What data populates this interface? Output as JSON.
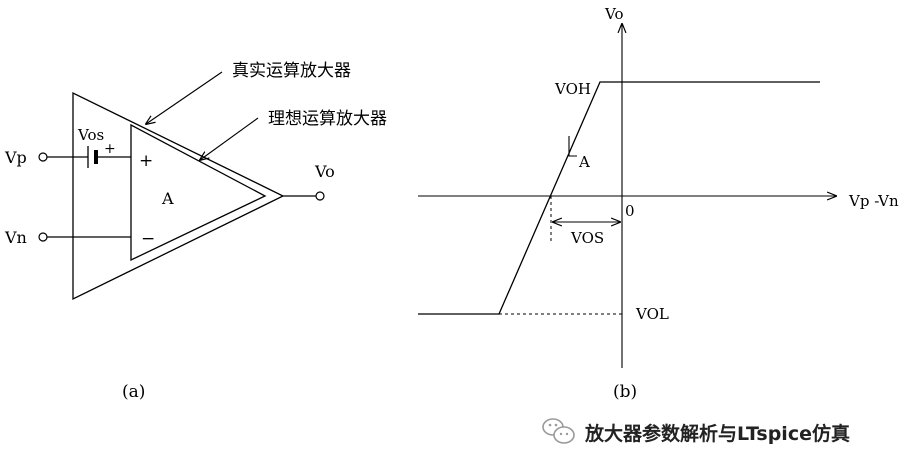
{
  "diagram_a": {
    "real_label": "真实运算放大器",
    "ideal_label": "理想运算放大器",
    "vp": "Vp",
    "vn": "Vn",
    "vos": "Vos",
    "plus": "+",
    "minus": "−",
    "battery_plus": "+",
    "gain": "A",
    "vo": "Vo",
    "caption": "(a)"
  },
  "diagram_b": {
    "y_axis": "Vo",
    "x_axis": "Vp -Vn",
    "origin": "0",
    "voh": "VOH",
    "vol": "VOL",
    "vos": "VOS",
    "slope": "A",
    "caption": "(b)"
  },
  "watermark": {
    "text": "放大器参数解析与LTspice仿真",
    "icon": "wechat-icon"
  }
}
